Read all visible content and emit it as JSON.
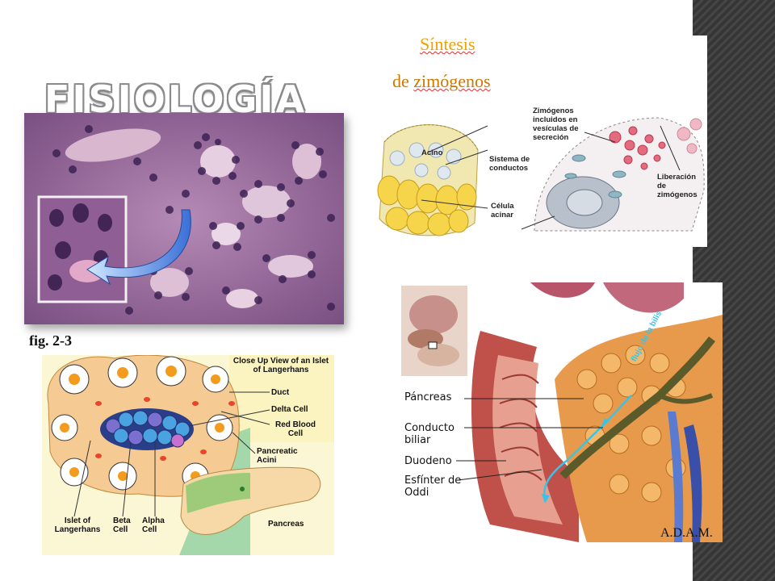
{
  "slide": {
    "title": "FISIOLOGÍA"
  },
  "histology": {
    "caption": "fig. 2-3"
  },
  "zymogen_diagram": {
    "title_line1": "Síntesis",
    "title_line2_prefix": "de ",
    "title_line2_word": "zimógenos",
    "labels": {
      "acino": "Acino",
      "sistema": "Sistema de conductos",
      "celula": "Célula acinar",
      "zimogenos": "Zimógenos incluidos en vesículas de secreción",
      "liberacion": "Liberación de zimógenos"
    }
  },
  "islet_diagram": {
    "heading": "Close Up View of an Islet of Langerhans",
    "labels": {
      "duct": "Duct",
      "delta": "Delta Cell",
      "rbc": "Red Blood Cell",
      "acini": "Pancreatic Acini",
      "islet": "Islet of Langerhans",
      "beta": "Beta Cell",
      "alpha": "Alpha Cell",
      "pancreas": "Pancreas"
    }
  },
  "anatomy_diagram": {
    "labels": {
      "pancreas": "Páncreas",
      "conducto": "Conducto biliar",
      "duodeno": "Duodeno",
      "esfinter": "Esfínter de Oddi",
      "bile_flow": "flujo de la bilis"
    },
    "credit": "A.D.A.M."
  },
  "colors": {
    "right_strip": "#3a3a3a",
    "title_outline": "#8a8a8a",
    "bile_arrow": "#38c4e8"
  }
}
